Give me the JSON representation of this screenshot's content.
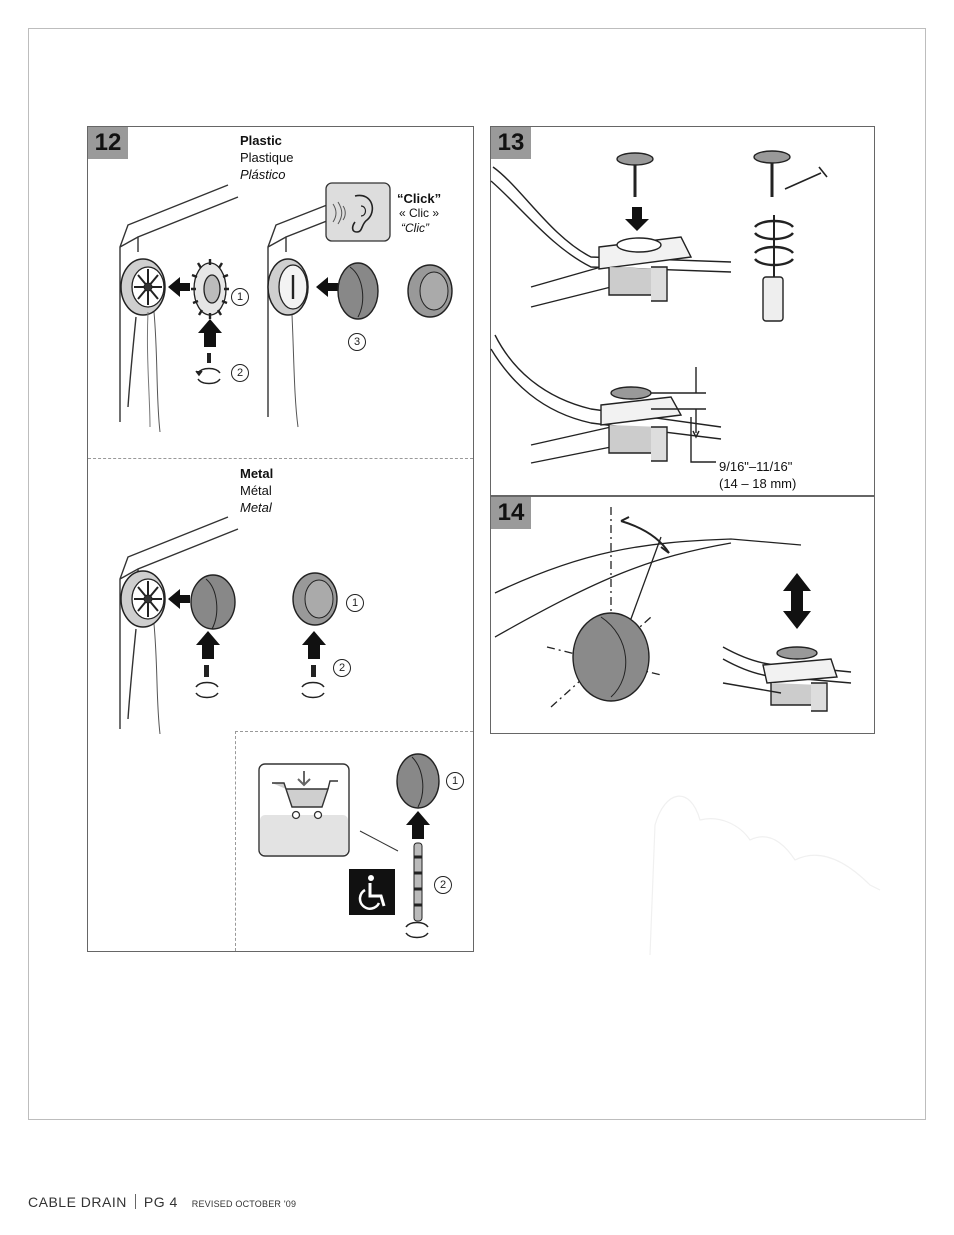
{
  "step12": {
    "number": "12",
    "plastic": {
      "en": "Plastic",
      "fr": "Plastique",
      "es": "Plástico"
    },
    "click": {
      "en": "“Click”",
      "fr": "« Clic »",
      "es": "“Clic”"
    },
    "metal": {
      "en": "Metal",
      "fr": "Métal",
      "es": "Metal"
    },
    "markers": {
      "one": "1",
      "two": "2",
      "three": "3"
    }
  },
  "step13": {
    "number": "13",
    "measurement": {
      "imperial": "9/16\"–11/16\"",
      "metric": "(14 – 18 mm)"
    }
  },
  "step14": {
    "number": "14"
  },
  "footer": {
    "product": "CABLE DRAIN",
    "page": "PG 4",
    "revised": "REVISED OCTOBER '09"
  },
  "icons": [
    "ear-icon",
    "shopping-cart-icon",
    "wheelchair-icon",
    "rotate-icon",
    "arrow-icon",
    "wrench-icon"
  ]
}
